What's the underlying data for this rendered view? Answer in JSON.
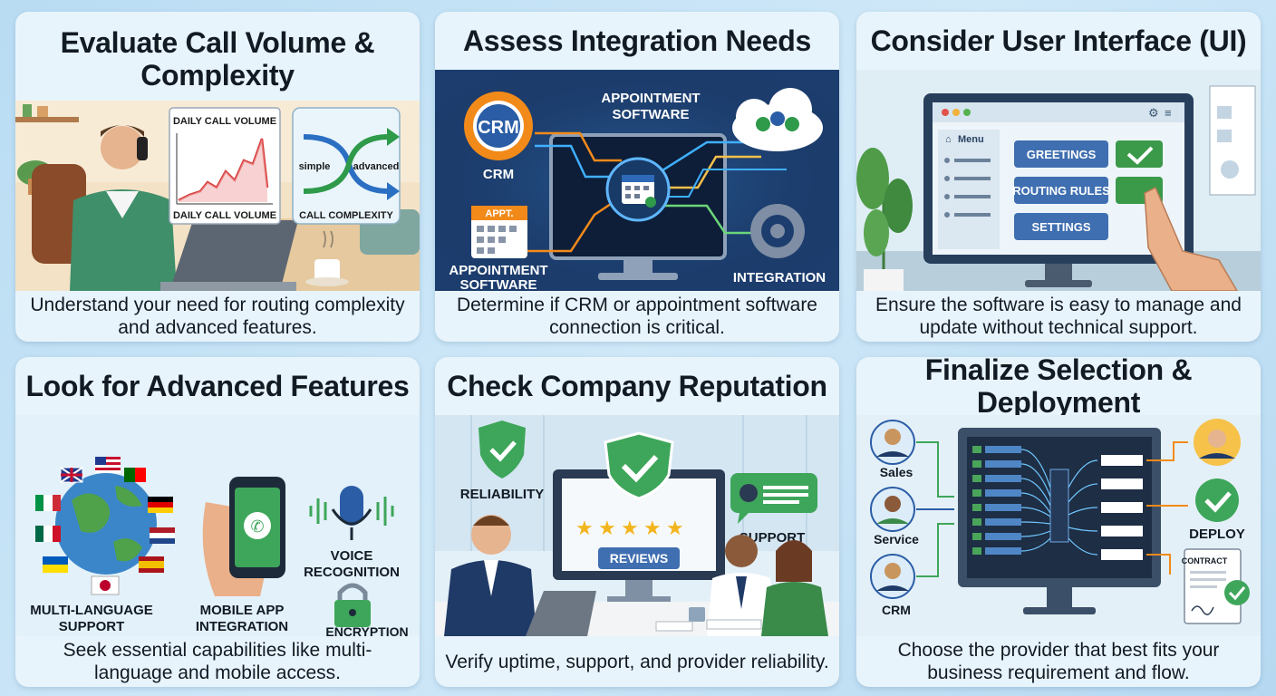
{
  "colors": {
    "background": "#cfe8f8",
    "card": "#e8f4fb",
    "navy": "#1f3f73",
    "accent_green": "#2e9a4a",
    "accent_blue": "#3a78c4",
    "accent_orange": "#f28a1a"
  },
  "cards": [
    {
      "title": "Evaluate Call Volume & Complexity",
      "description": "Understand your need for routing complexity and advanced features.",
      "labels": {
        "chart_top": "DAILY CALL VOLUME",
        "chart_bottom": "DAILY CALL VOLUME",
        "simple": "simple",
        "advanced": "advanced",
        "complexity": "CALL COMPLEXITY"
      }
    },
    {
      "title": "Assess Integration Needs",
      "description": "Determine if CRM or appointment software connection is critical.",
      "labels": {
        "crm_badge": "CRM",
        "crm": "CRM",
        "appt_top_1": "APPOINTMENT",
        "appt_top_2": "SOFTWARE",
        "appt_cal": "APPT.",
        "appt_bottom_1": "APPOINTMENT",
        "appt_bottom_2": "SOFTWARE",
        "integration": "INTEGRATION"
      }
    },
    {
      "title": "Consider User Interface (UI)",
      "description": "Ensure the software is easy to manage and update without technical support.",
      "labels": {
        "menu": "Menu",
        "greetings": "GREETINGS",
        "routing_rules": "ROUTING RULES",
        "settings": "SETTINGS"
      }
    },
    {
      "title": "Look for Advanced Features",
      "description": "Seek essential capabilities like multi-language and mobile access.",
      "labels": {
        "multi_1": "MULTI-LANGUAGE",
        "multi_2": "SUPPORT",
        "mobile_1": "MOBILE APP",
        "mobile_2": "INTEGRATION",
        "voice_1": "VOICE",
        "voice_2": "RECOGNITION",
        "encryption": "ENCRYPTION"
      }
    },
    {
      "title": "Check Company Reputation",
      "description": "Verify uptime, support, and provider reliability.",
      "labels": {
        "reliability": "RELIABILITY",
        "reviews": "REVIEWS",
        "support": "SUPPORT"
      }
    },
    {
      "title": "Finalize Selection & Deployment",
      "description": "Choose the provider that best fits your business requirement and flow.",
      "labels": {
        "sales": "Sales",
        "service": "Service",
        "crm": "CRM",
        "deploy": "DEPLOY",
        "contract": "CONTRACT"
      }
    }
  ]
}
